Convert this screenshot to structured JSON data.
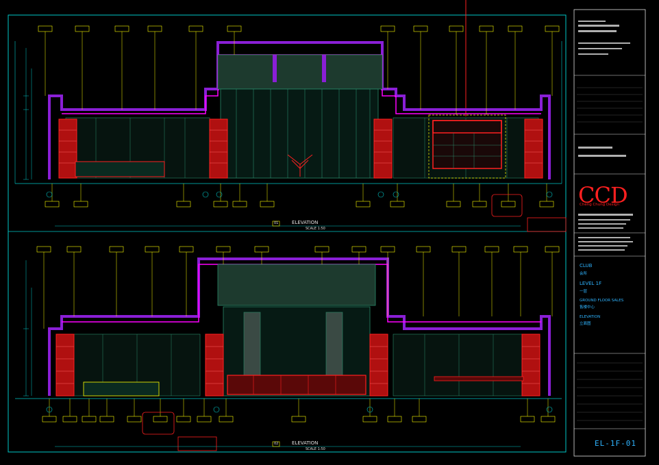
{
  "drawing": {
    "title_block": {
      "firm_name": "CCD",
      "firm_tagline": "Cheng Chung Design",
      "project": "CLUB",
      "project_cn": "会所",
      "level": "LEVEL 1F",
      "level_cn": "一层",
      "area": "GROUND FLOOR SALES",
      "area_cn": "售楼中心",
      "drawing_type": "ELEVATION",
      "drawing_type_cn": "立面图",
      "sheet_number": "EL-1F-01"
    },
    "views": [
      {
        "number": "01",
        "title": "ELEVATION",
        "scale": "SCALE 1:50"
      },
      {
        "number": "02",
        "title": "ELEVATION",
        "scale": "SCALE 1:50"
      }
    ],
    "colors": {
      "background": "#000000",
      "frame": "#00c8c8",
      "wall": "#8a1fd6",
      "ceiling": "#ff00ff",
      "glazing": "#2a8a6a",
      "screen": "#ff2020",
      "annotation": "#ffff00",
      "title_blue": "#2fb4ff"
    }
  }
}
